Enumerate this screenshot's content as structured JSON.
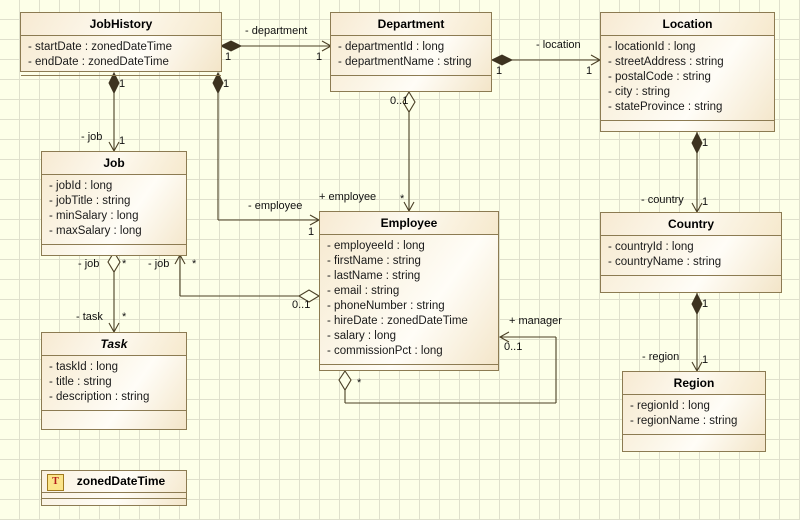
{
  "diagram": {
    "title": "UML Class Diagram",
    "background_color": "#fdffe8",
    "grid_color": "#dfe0cc",
    "class_border_color": "#8c7b52",
    "line_color": "#4a3f25"
  },
  "classes": [
    {
      "id": "jobhistory",
      "name": "JobHistory",
      "abstract": false,
      "attributes": [
        "- startDate : zonedDateTime",
        "- endDate : zonedDateTime"
      ]
    },
    {
      "id": "department",
      "name": "Department",
      "abstract": false,
      "attributes": [
        "- departmentId : long",
        "- departmentName : string"
      ]
    },
    {
      "id": "location",
      "name": "Location",
      "abstract": false,
      "attributes": [
        "- locationId : long",
        "- streetAddress : string",
        "- postalCode : string",
        "- city : string",
        "- stateProvince : string"
      ]
    },
    {
      "id": "job",
      "name": "Job",
      "abstract": false,
      "attributes": [
        "- jobId : long",
        "- jobTitle : string",
        "- minSalary : long",
        "- maxSalary : long"
      ]
    },
    {
      "id": "employee",
      "name": "Employee",
      "abstract": false,
      "attributes": [
        "- employeeId : long",
        "- firstName : string",
        "- lastName : string",
        "- email : string",
        "- phoneNumber : string",
        "- hireDate : zonedDateTime",
        "- salary : long",
        "- commissionPct : long"
      ]
    },
    {
      "id": "country",
      "name": "Country",
      "abstract": false,
      "attributes": [
        "- countryId : long",
        "- countryName : string"
      ]
    },
    {
      "id": "task",
      "name": "Task",
      "abstract": true,
      "attributes": [
        "- taskId : long",
        "- title : string",
        "- description : string"
      ]
    },
    {
      "id": "region",
      "name": "Region",
      "abstract": false,
      "attributes": [
        "- regionId : long",
        "- regionName : string"
      ]
    }
  ],
  "datatypes": [
    {
      "id": "zoneddatetime",
      "name": "zonedDateTime",
      "stereotype_icon": "T"
    }
  ],
  "associations": [
    {
      "id": "jobhistory-department",
      "role": "- department",
      "source_multiplicity": "1",
      "target_multiplicity": "1"
    },
    {
      "id": "department-location",
      "role": "- location",
      "source_multiplicity": "1",
      "target_multiplicity": "1"
    },
    {
      "id": "jobhistory-job",
      "role": "- job",
      "source_multiplicity": "1",
      "target_multiplicity": "1"
    },
    {
      "id": "jobhistory-employee",
      "role": "- employee",
      "source_multiplicity": "1",
      "target_multiplicity": "1"
    },
    {
      "id": "department-employee",
      "role": "+ employee",
      "source_multiplicity": "0..1",
      "target_multiplicity": "*"
    },
    {
      "id": "location-country",
      "role": "- country",
      "source_multiplicity": "1",
      "target_multiplicity": "1"
    },
    {
      "id": "country-region",
      "role": "- region",
      "source_multiplicity": "1",
      "target_multiplicity": "1"
    },
    {
      "id": "job-task",
      "role_a": "- job",
      "role_b": "- task",
      "source_multiplicity": "*",
      "target_multiplicity": "*"
    },
    {
      "id": "employee-job",
      "role": "- job",
      "source_multiplicity": "0..1",
      "target_multiplicity": "*"
    },
    {
      "id": "employee-manager",
      "role": "+ manager",
      "source_multiplicity": "*",
      "target_multiplicity": "0..1"
    }
  ]
}
